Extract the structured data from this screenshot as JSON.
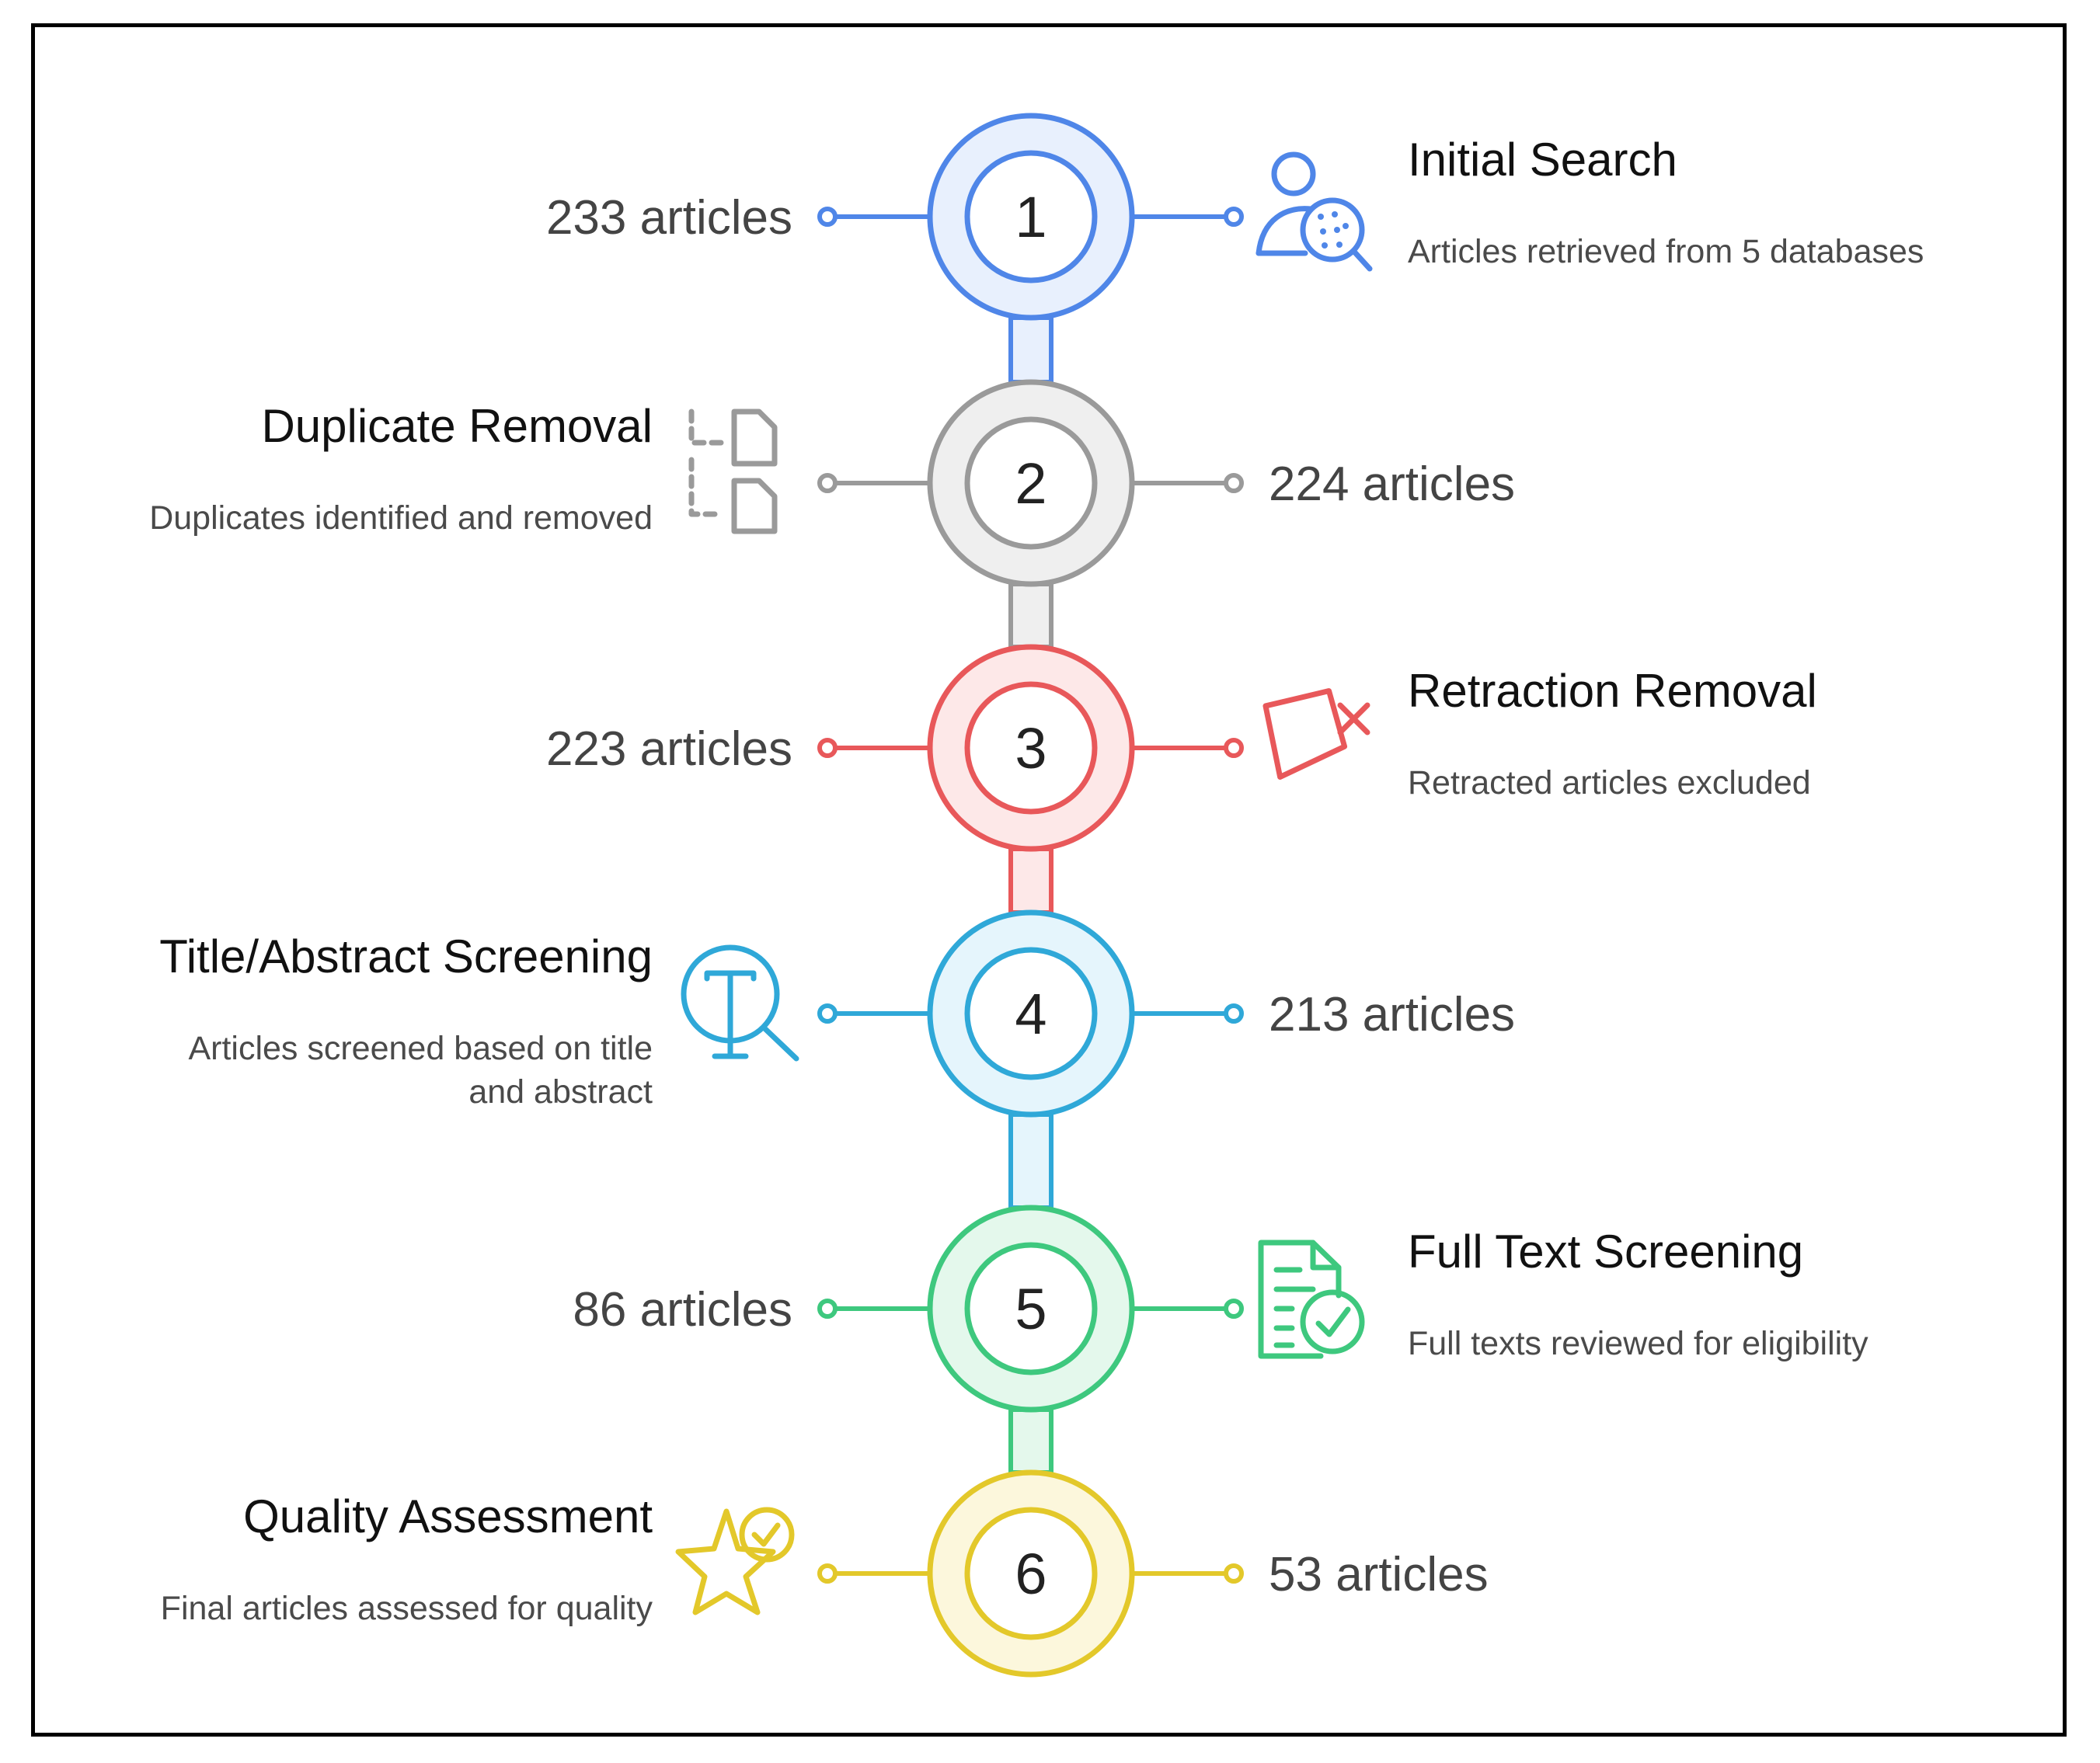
{
  "steps": [
    {
      "number": "1",
      "title": "Initial Search",
      "description": [
        "Articles retrieved from 5 databases"
      ],
      "count": "233 articles",
      "color": "#4f86e8",
      "light": "#e8f0fd",
      "icon": "user-search-icon"
    },
    {
      "number": "2",
      "title": "Duplicate Removal",
      "description": [
        "Duplicates identified and removed"
      ],
      "count": "224 articles",
      "color": "#9a9a9a",
      "light": "#efefef",
      "icon": "duplicate-files-icon"
    },
    {
      "number": "3",
      "title": "Retraction Removal",
      "description": [
        "Retracted articles excluded"
      ],
      "count": "223 articles",
      "color": "#e8585a",
      "light": "#fde8e8",
      "icon": "retraction-x-icon"
    },
    {
      "number": "4",
      "title": "Title/Abstract Screening",
      "description": [
        "Articles screened based on title",
        "and abstract"
      ],
      "count": "213 articles",
      "color": "#2fa8d8",
      "light": "#e5f5fc",
      "icon": "text-search-icon"
    },
    {
      "number": "5",
      "title": "Full Text Screening",
      "description": [
        "Full texts reviewed for eligibility"
      ],
      "count": "86 articles",
      "color": "#3ec87e",
      "light": "#e4f8ec",
      "icon": "document-check-icon"
    },
    {
      "number": "6",
      "title": "Quality Assessment",
      "description": [
        "Final articles assessed for quality"
      ],
      "count": "53 articles",
      "color": "#e3c82a",
      "light": "#fcf7dc",
      "icon": "star-check-icon"
    }
  ]
}
